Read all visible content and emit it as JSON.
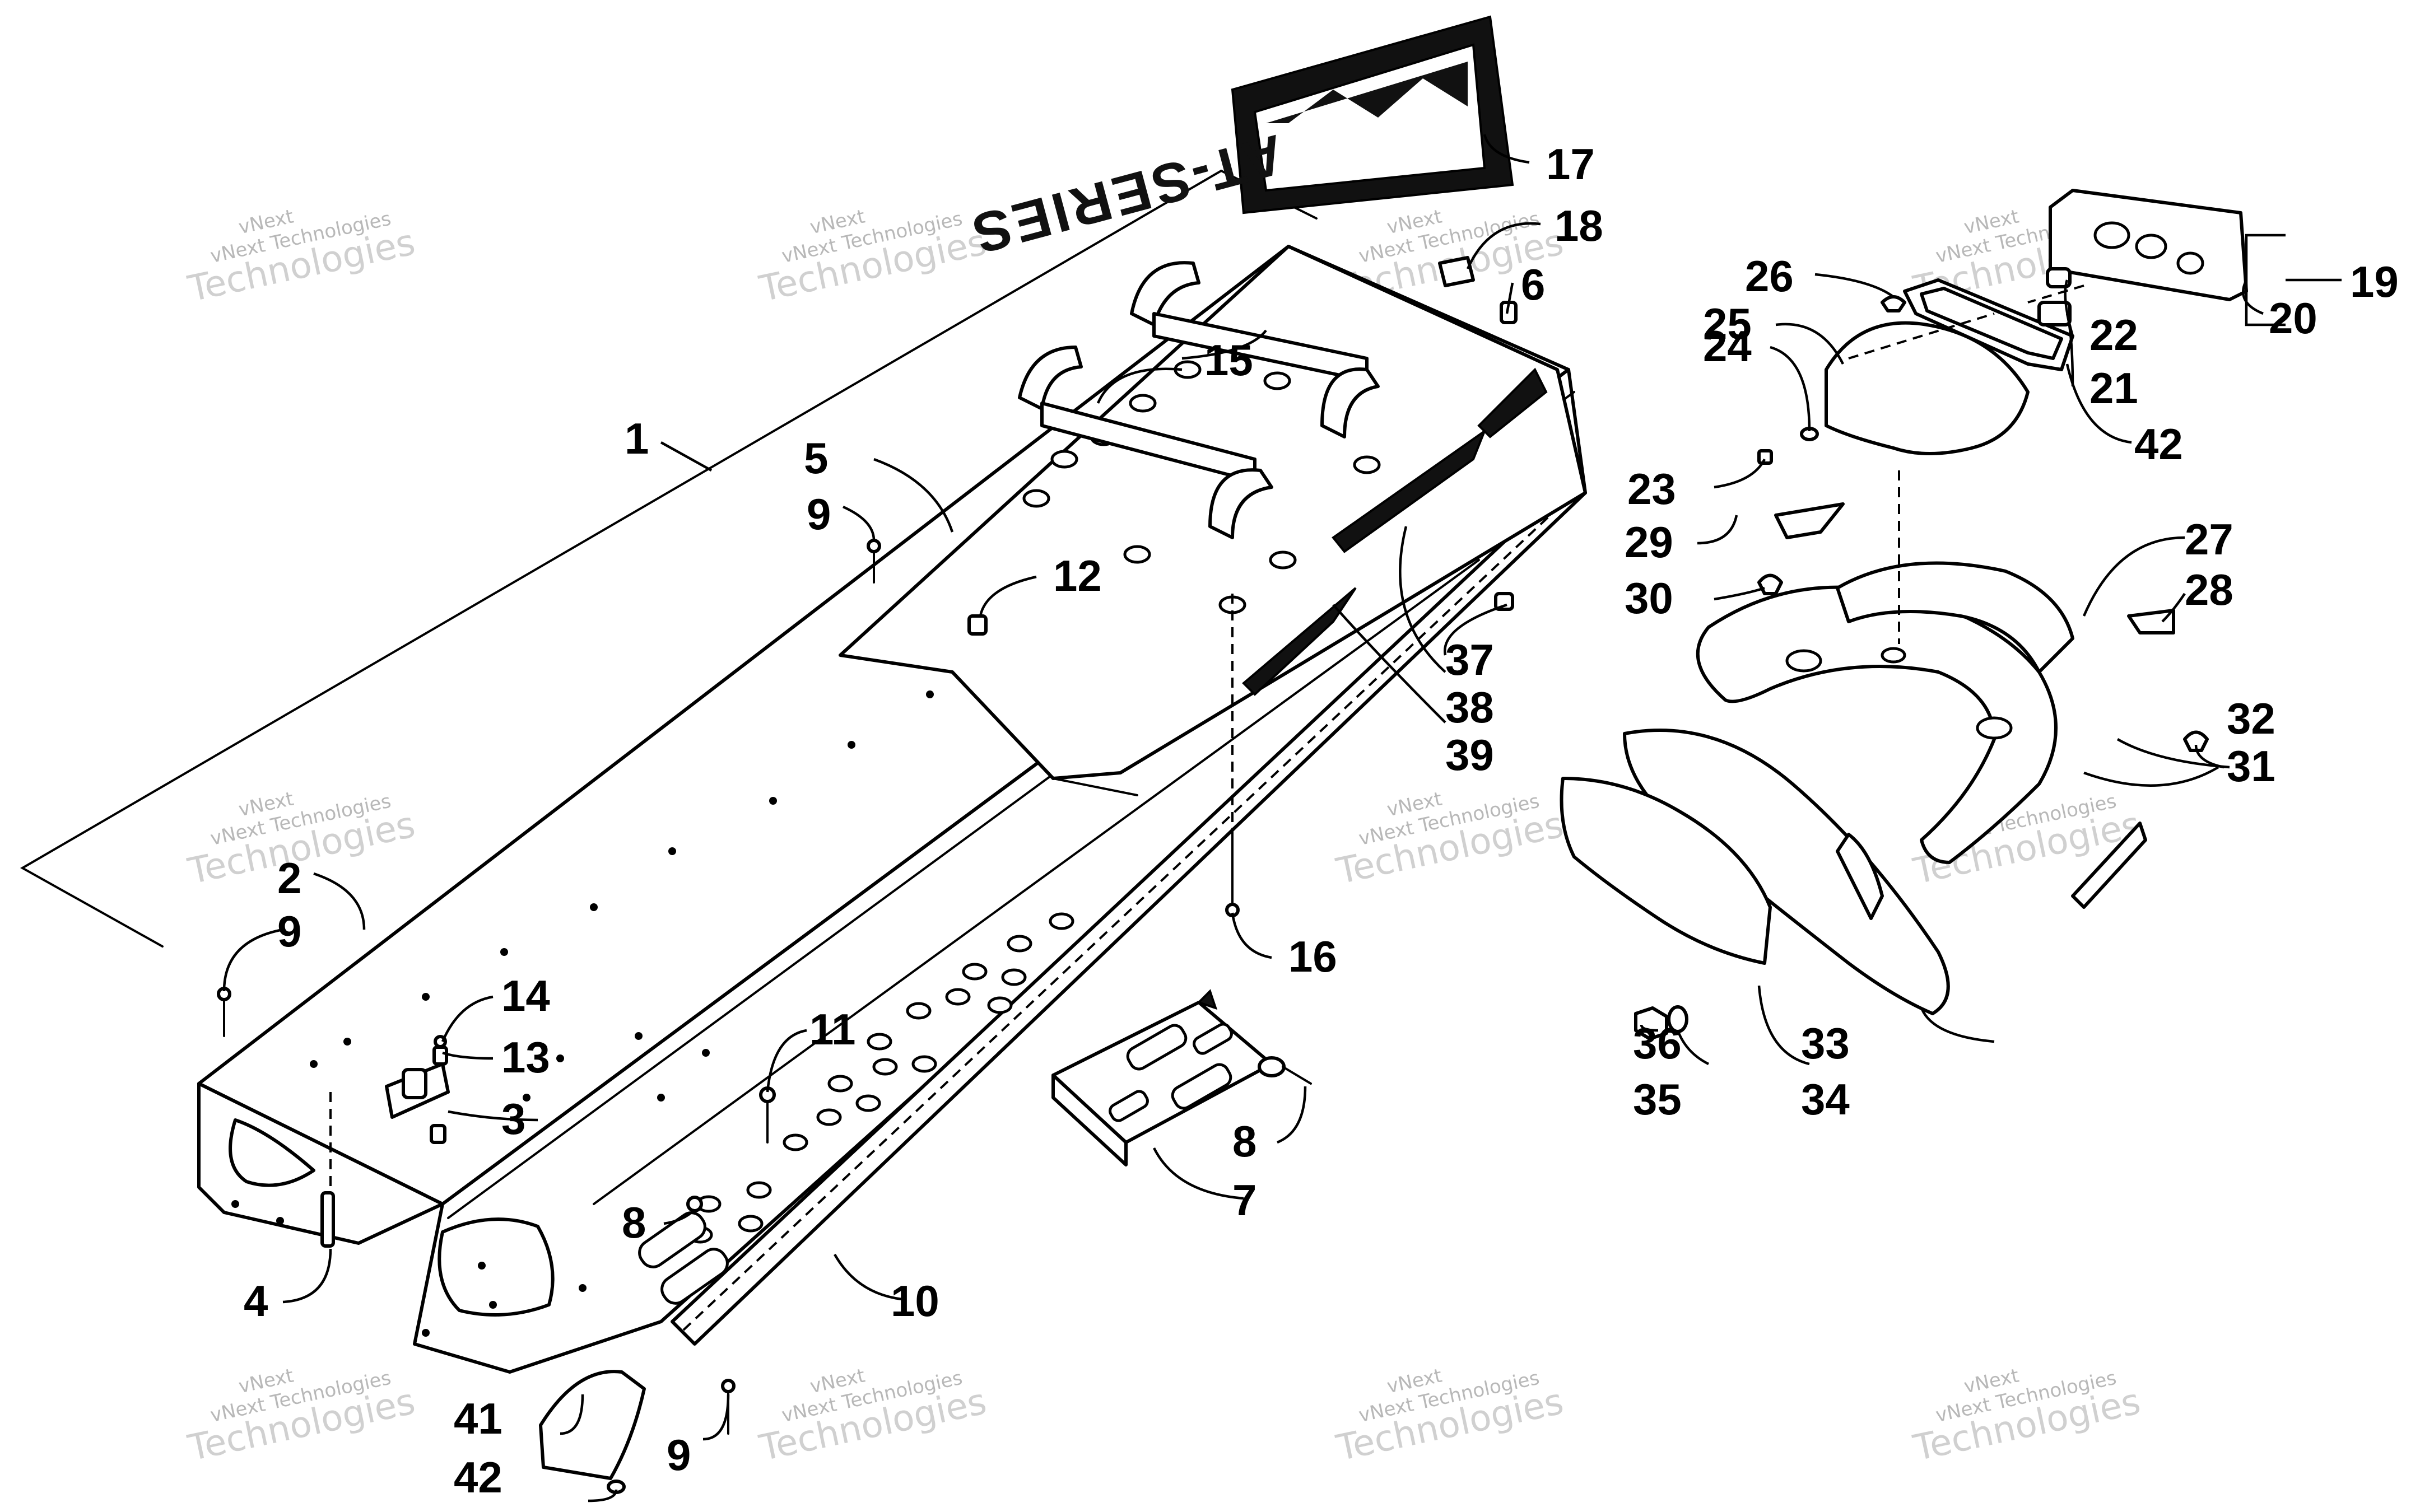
{
  "watermark": {
    "line1": "vNext",
    "line2": "vNext Technologies",
    "line3": "Technologies"
  },
  "emblem_text": "AT-SERIES",
  "callouts": [
    "1",
    "2",
    "3",
    "4",
    "5",
    "6",
    "7",
    "8",
    "8",
    "9",
    "9",
    "9",
    "10",
    "11",
    "12",
    "13",
    "14",
    "15",
    "16",
    "17",
    "18",
    "19",
    "20",
    "21",
    "22",
    "23",
    "24",
    "25",
    "26",
    "27",
    "28",
    "29",
    "30",
    "31",
    "32",
    "33",
    "34",
    "35",
    "36",
    "37",
    "38",
    "39",
    "41",
    "42",
    "42"
  ]
}
